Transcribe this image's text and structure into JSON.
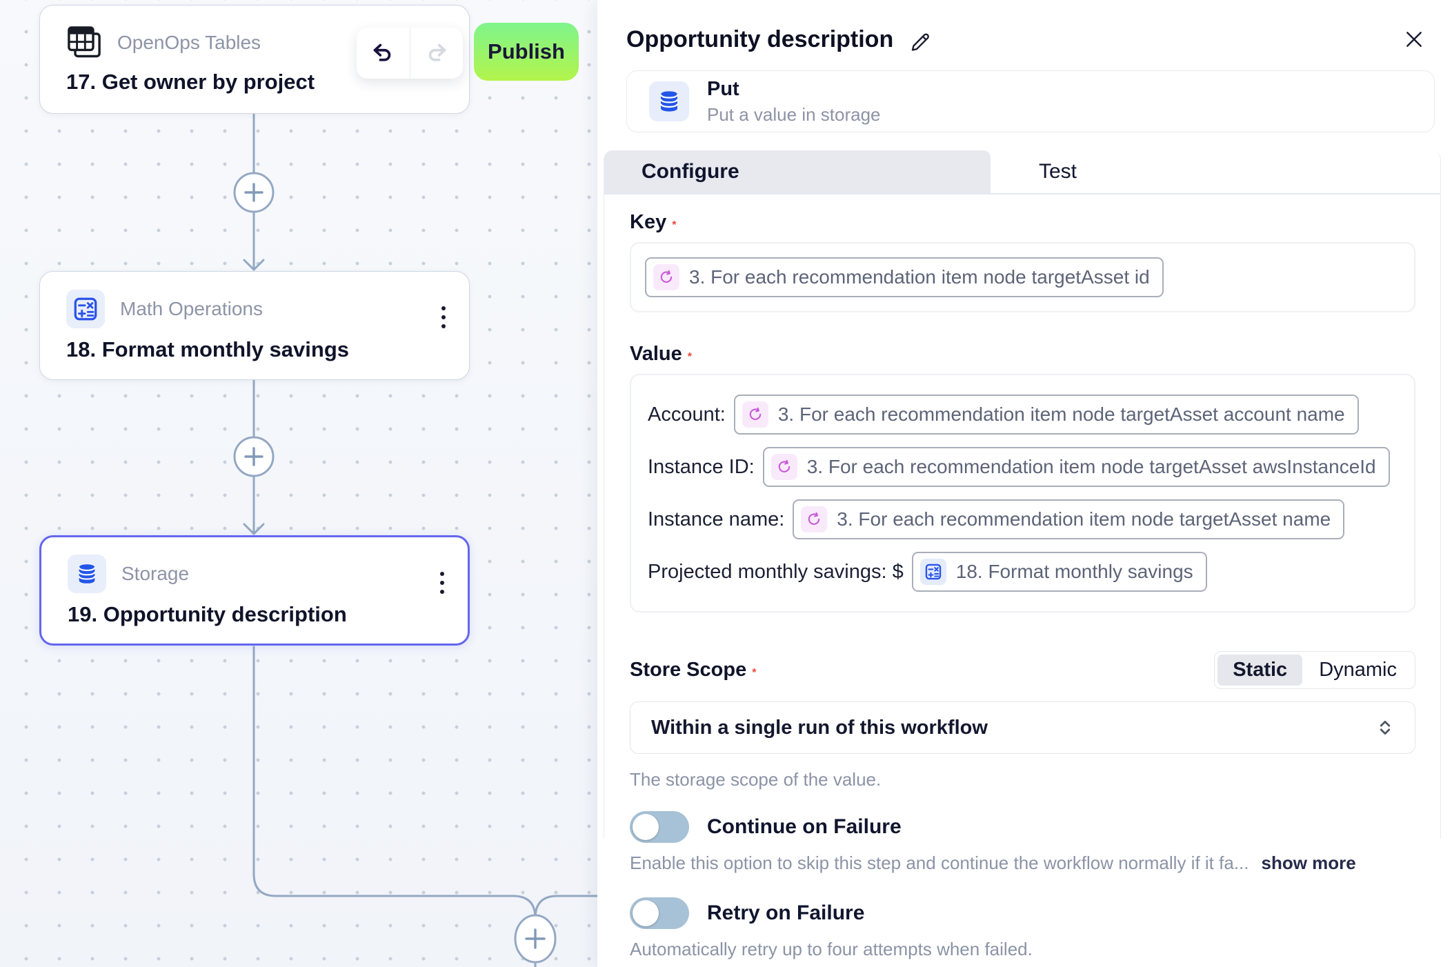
{
  "canvas": {
    "toolbar": {
      "publish_label": "Publish"
    },
    "nodes": [
      {
        "app_name": "OpenOps Tables",
        "step_title": "17. Get owner by project"
      },
      {
        "app_name": "Math Operations",
        "step_title": "18. Format monthly savings"
      },
      {
        "app_name": "Storage",
        "step_title": "19. Opportunity description",
        "selected": true
      }
    ]
  },
  "panel": {
    "title": "Opportunity description",
    "action": {
      "name": "Put",
      "description": "Put a value in storage"
    },
    "tabs": {
      "configure": "Configure",
      "test": "Test"
    },
    "key_field": {
      "label": "Key",
      "token": "3. For each recommendation item node targetAsset id"
    },
    "value_field": {
      "label": "Value",
      "rows": [
        {
          "label": "Account:",
          "icon": "loop",
          "token": "3. For each recommendation item node targetAsset account name"
        },
        {
          "label": "Instance ID:",
          "icon": "loop",
          "token": "3. For each recommendation item node targetAsset awsInstanceId"
        },
        {
          "label": "Instance name:",
          "icon": "loop",
          "token": "3. For each recommendation item node targetAsset name"
        },
        {
          "label": "Projected monthly savings: $",
          "icon": "math",
          "token": "18. Format monthly savings"
        }
      ]
    },
    "store_scope": {
      "label": "Store Scope",
      "static_label": "Static",
      "dynamic_label": "Dynamic",
      "selected_mode": "Static",
      "value": "Within a single run of this workflow",
      "help": "The storage scope of the value."
    },
    "continue_on_failure": {
      "label": "Continue on Failure",
      "enabled": false,
      "help": "Enable this option to skip this step and continue the workflow normally if it fa...",
      "show_more": "show more"
    },
    "retry_on_failure": {
      "label": "Retry on Failure",
      "enabled": false,
      "help": "Automatically retry up to four attempts when failed."
    }
  },
  "colors": {
    "publish_green_top": "#7ff48c",
    "publish_green_bottom": "#b3f44b",
    "selected_node_border": "#6366ee",
    "icon_blue": "#2356e8",
    "token_pink": "#c957d9",
    "connector": "#94a8c3"
  }
}
